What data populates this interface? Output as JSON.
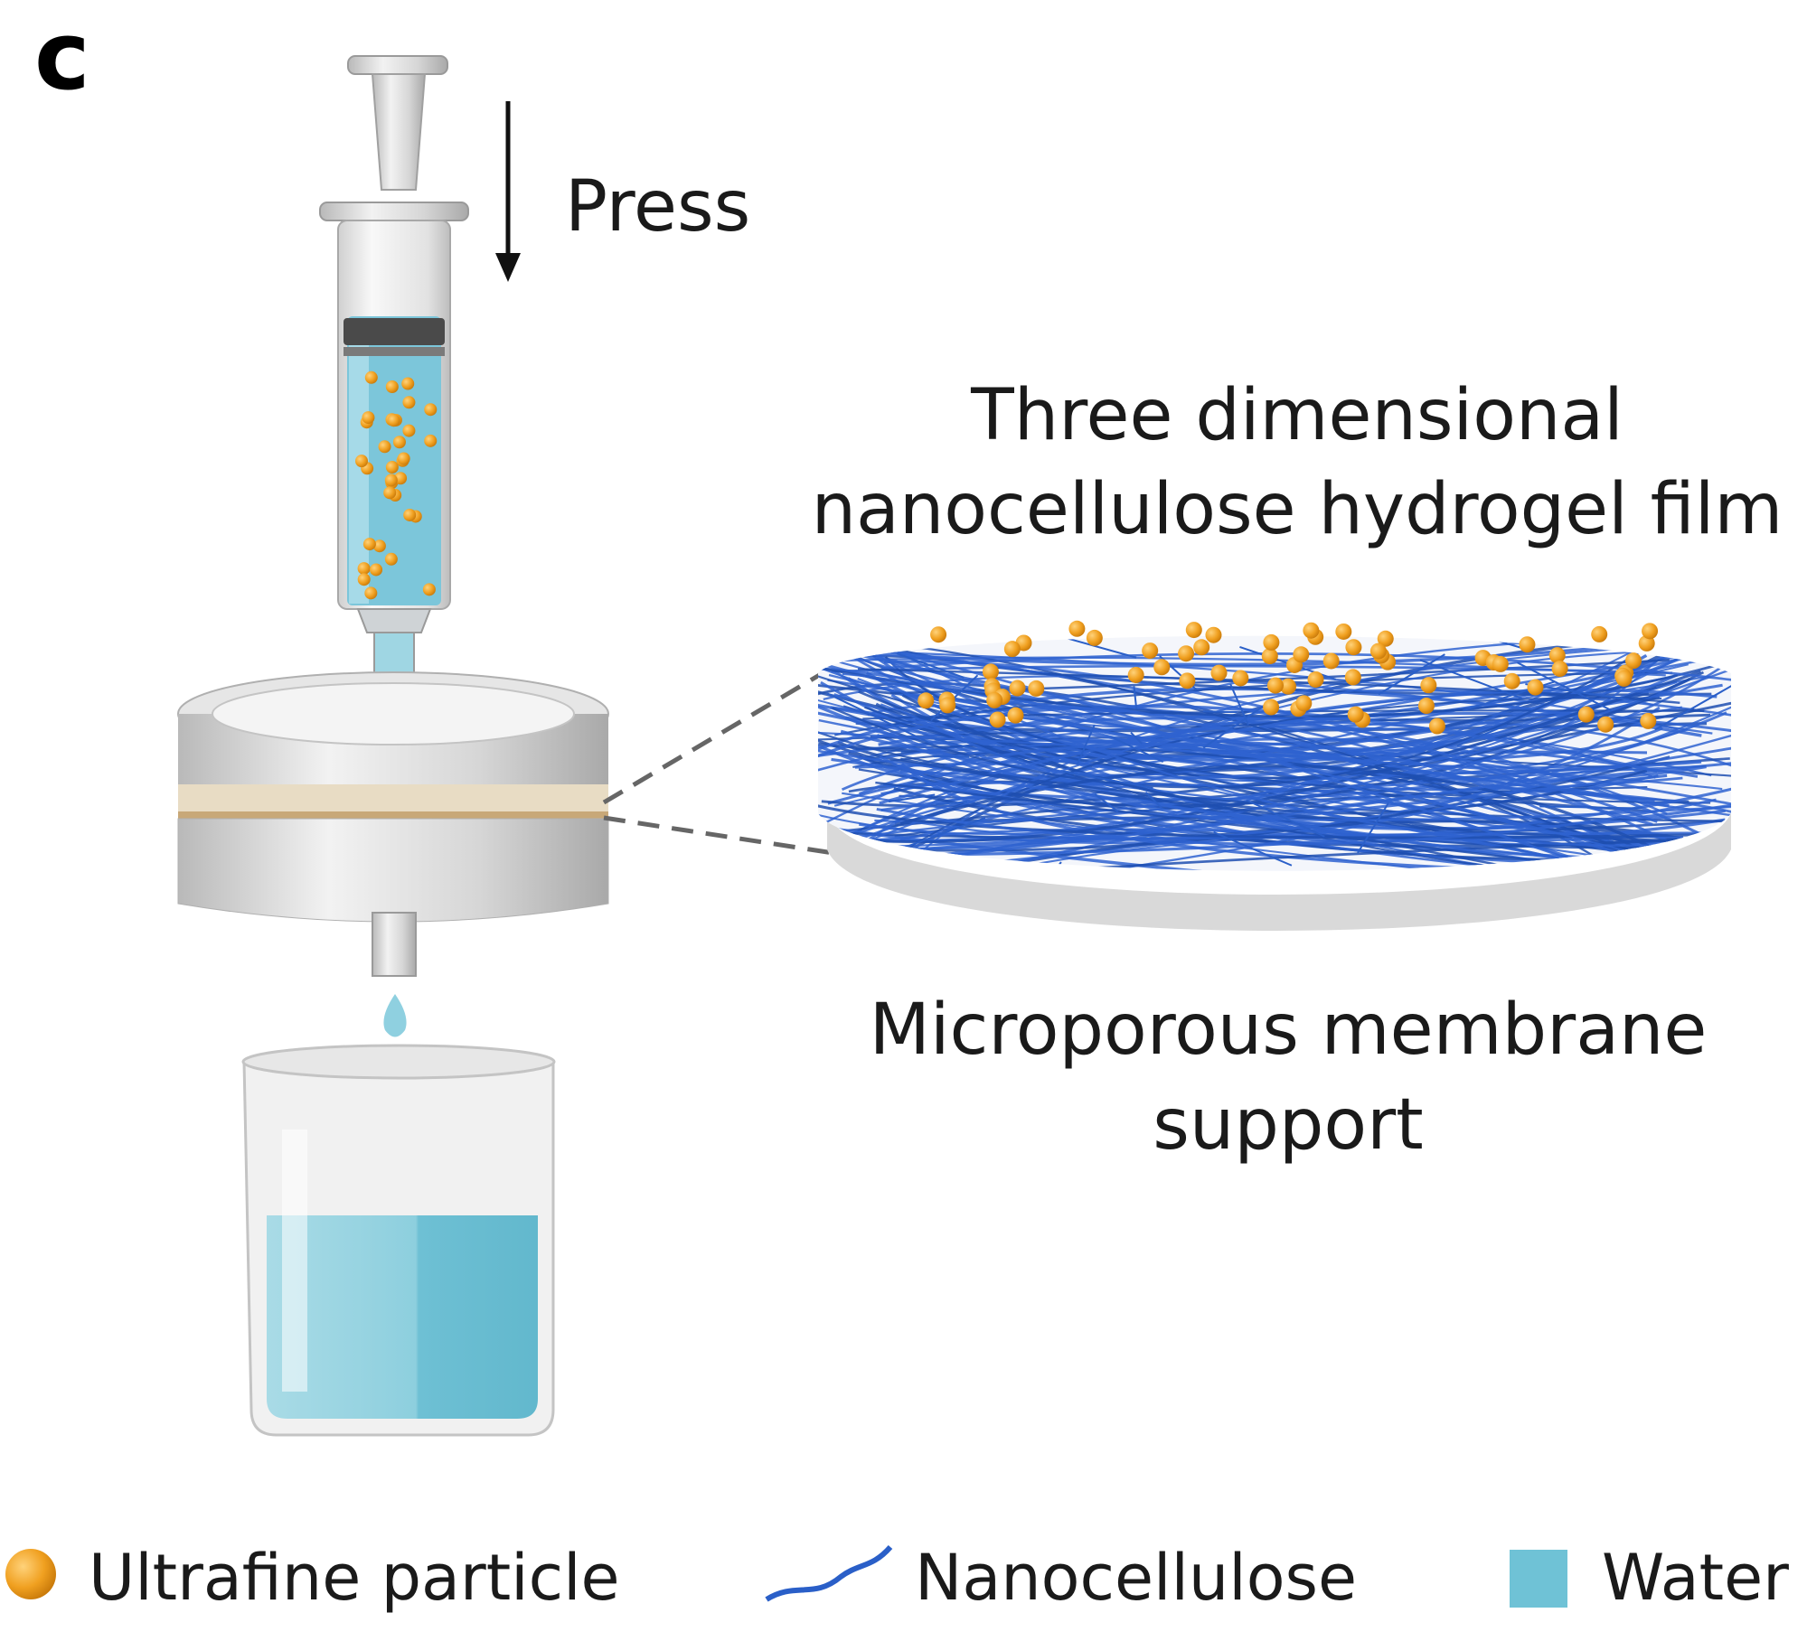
{
  "panel_label": "c",
  "labels": {
    "press": "Press",
    "film_line1": "Three dimensional",
    "film_line2": "nanocellulose hydrogel film",
    "membrane_line1": "Microporous membrane",
    "membrane_line2": "support"
  },
  "legend": [
    {
      "label": "Ultrafine particle",
      "icon": "orange-sphere-icon"
    },
    {
      "label": "Nanocellulose",
      "icon": "blue-fiber-icon"
    },
    {
      "label": "Water",
      "icon": "water-square-icon"
    }
  ],
  "colors": {
    "particle": "#f0a020",
    "nanocellulose": "#2a5fc8",
    "water": "#6fc2d6",
    "housing": "#d8d8d8"
  }
}
